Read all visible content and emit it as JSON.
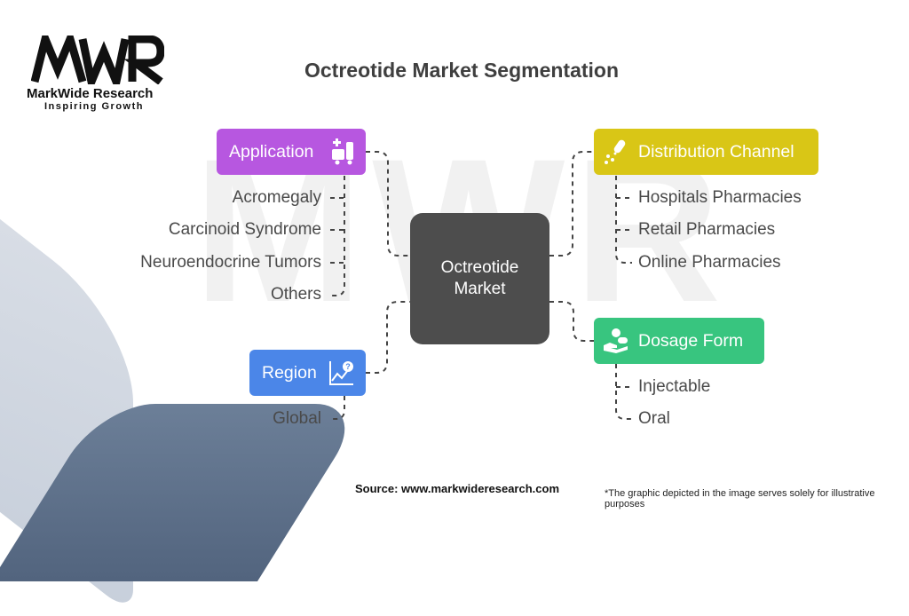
{
  "watermark": "MWR",
  "logo": {
    "mark": "MWR",
    "name": "MarkWide Research",
    "tagline": "Inspiring Growth"
  },
  "title": "Octreotide Market Segmentation",
  "center": {
    "label": "Octreotide Market"
  },
  "segments": {
    "application": {
      "label": "Application",
      "color": "#b757e0",
      "icon": "medical-supplies-icon",
      "items": [
        "Acromegaly",
        "Carcinoid Syndrome",
        "Neuroendocrine Tumors",
        "Others"
      ]
    },
    "region": {
      "label": "Region",
      "color": "#4b86e8",
      "icon": "chart-question-icon",
      "items": [
        "Global"
      ]
    },
    "distribution_channel": {
      "label": "Distribution Channel",
      "color": "#d9c616",
      "icon": "pill-bottle-icon",
      "items": [
        "Hospitals Pharmacies",
        "Retail Pharmacies",
        "Online Pharmacies"
      ]
    },
    "dosage_form": {
      "label": "Dosage Form",
      "color": "#38c57f",
      "icon": "hand-pill-icon",
      "items": [
        "Injectable",
        "Oral"
      ]
    }
  },
  "source": "Source: www.markwideresearch.com",
  "disclaimer": "*The graphic depicted in the image serves solely for illustrative purposes"
}
